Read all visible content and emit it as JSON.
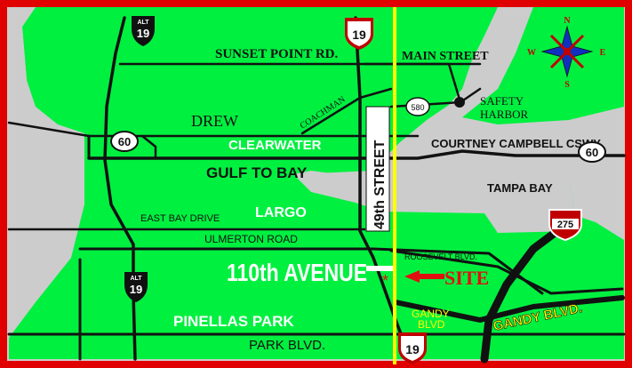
{
  "colors": {
    "land": "#00f040",
    "water": "#cccccc",
    "frame": "#e00000",
    "road": "#111111",
    "highlight_street": "#ffff00",
    "site": "#e01010",
    "gandy_text": "#ffff00"
  },
  "labels": {
    "sunset_point": "SUNSET POINT RD.",
    "main_street": "MAIN STREET",
    "safety_harbor_1": "SAFETY",
    "safety_harbor_2": "HARBOR",
    "drew": "DREW",
    "coachman": "COACHMAN",
    "clearwater": "CLEARWATER",
    "courtney": "COURTNEY CAMPBELL CSWY.",
    "gulf_to_bay": "GULF TO BAY",
    "street_49th": "49th STREET",
    "tampa_bay": "TAMPA BAY",
    "east_bay": "EAST BAY DRIVE",
    "largo": "LARGO",
    "ulmerton": "ULMERTON ROAD",
    "roosevelt": "ROOSEVELT BLVD.",
    "avenue_110th": "110th AVENUE",
    "site": "SITE",
    "site_marker": "*",
    "pinellas_park": "PINELLAS PARK",
    "gandy_small_1": "GANDY",
    "gandy_small_2": "BLVD",
    "gandy_big": "GANDY BLVD.",
    "park_blvd": "PARK BLVD."
  },
  "shields": {
    "alt19_top": {
      "alt": "ALT",
      "num": "19"
    },
    "us19_top": {
      "num": "19"
    },
    "sr580": {
      "num": "580"
    },
    "sr60_left": {
      "num": "60"
    },
    "sr60_right": {
      "num": "60"
    },
    "i275": {
      "num": "275"
    },
    "alt19_bottom": {
      "alt": "ALT",
      "num": "19"
    },
    "us19_bottom": {
      "num": "19"
    }
  },
  "compass": {
    "n": "N",
    "s": "S",
    "e": "E",
    "w": "W"
  }
}
